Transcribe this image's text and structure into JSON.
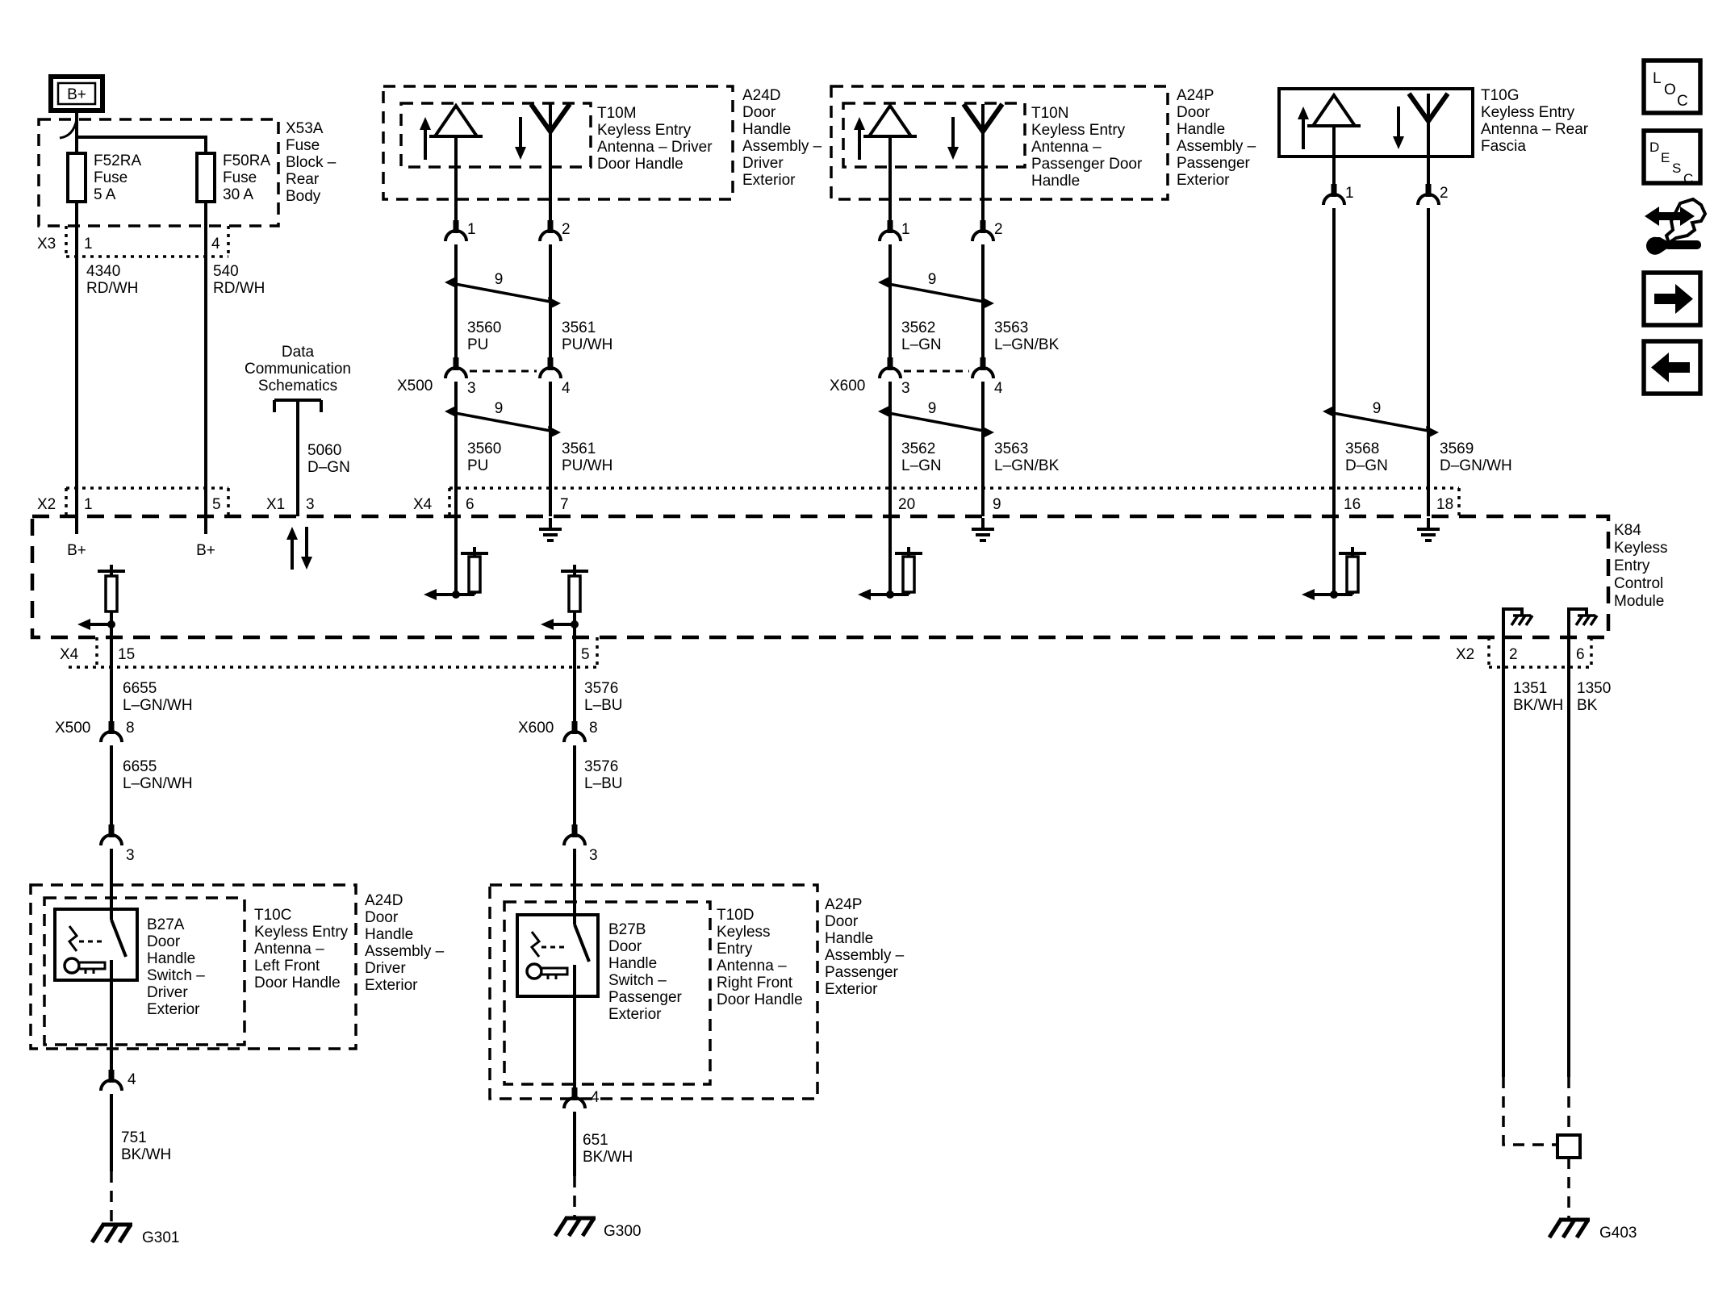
{
  "nav_icons": {
    "loc": [
      "L",
      "O",
      "C"
    ],
    "desc": [
      "D",
      "E",
      "S",
      "C"
    ]
  },
  "power": {
    "battery_label": "B+",
    "fuse_block": {
      "name_lines": [
        "X53A",
        "Fuse",
        "Block –",
        "Rear",
        "Body"
      ],
      "connector": "X3",
      "pin_a": "1",
      "pin_b": "4",
      "fuse_a_lines": [
        "F52RA",
        "Fuse",
        "5 A"
      ],
      "fuse_b_lines": [
        "F50RA",
        "Fuse",
        "30 A"
      ]
    },
    "wire_a": {
      "circuit": "4340",
      "color": "RD/WH"
    },
    "wire_b": {
      "circuit": "540",
      "color": "RD/WH"
    }
  },
  "data_comm": {
    "title_lines": [
      "Data",
      "Communication",
      "Schematics"
    ],
    "wire": {
      "circuit": "5060",
      "color": "D–GN"
    }
  },
  "module": {
    "name_lines": [
      "K84",
      "Keyless",
      "Entry",
      "Control",
      "Module"
    ],
    "x2_top": {
      "label": "X2",
      "pin1": "1",
      "pin2": "5",
      "stub1": "B+",
      "stub2": "B+"
    },
    "x1": {
      "label": "X1",
      "pin": "3"
    },
    "x4_top": {
      "label": "X4",
      "pin_6": "6",
      "pin_7": "7",
      "pin_20": "20",
      "pin_9": "9",
      "pin_16": "16",
      "pin_18": "18"
    },
    "x4_bottom": {
      "label": "X4",
      "pin_15": "15",
      "pin_5": "5"
    },
    "x2_bottom": {
      "label": "X2",
      "pin_2": "2",
      "pin_6": "6"
    }
  },
  "antenna_driver": {
    "device_lines": [
      "T10M",
      "Keyless Entry",
      "Antenna – Driver",
      "Door Handle"
    ],
    "assembly_lines": [
      "A24D",
      "Door",
      "Handle",
      "Assembly –",
      "Driver",
      "Exterior"
    ],
    "pin1": "1",
    "pin2": "2",
    "twist_label": "9",
    "twist_label2": "9",
    "connector": {
      "label": "X500",
      "pin_a": "3",
      "pin_b": "4"
    },
    "wire_a": {
      "circuit": "3560",
      "color": "PU"
    },
    "wire_b": {
      "circuit": "3561",
      "color": "PU/WH"
    }
  },
  "antenna_passenger": {
    "device_lines": [
      "T10N",
      "Keyless Entry",
      "Antenna –",
      "Passenger Door",
      "Handle"
    ],
    "assembly_lines": [
      "A24P",
      "Door",
      "Handle",
      "Assembly –",
      "Passenger",
      "Exterior"
    ],
    "pin1": "1",
    "pin2": "2",
    "twist_label": "9",
    "twist_label2": "9",
    "connector": {
      "label": "X600",
      "pin_a": "3",
      "pin_b": "4"
    },
    "wire_a": {
      "circuit": "3562",
      "color": "L–GN"
    },
    "wire_b": {
      "circuit": "3563",
      "color": "L–GN/BK"
    }
  },
  "antenna_rear": {
    "device_lines": [
      "T10G",
      "Keyless Entry",
      "Antenna – Rear",
      "Fascia"
    ],
    "pin1": "1",
    "pin2": "2",
    "twist_label": "9",
    "wire_a": {
      "circuit": "3568",
      "color": "D–GN"
    },
    "wire_b": {
      "circuit": "3569",
      "color": "D–GN/WH"
    }
  },
  "switch_driver": {
    "switch_lines": [
      "B27A",
      "Door",
      "Handle",
      "Switch –",
      "Driver",
      "Exterior"
    ],
    "antenna_lines": [
      "T10C",
      "Keyless Entry",
      "Antenna –",
      "Left Front",
      "Door Handle"
    ],
    "assembly_lines": [
      "A24D",
      "Door",
      "Handle",
      "Assembly –",
      "Driver",
      "Exterior"
    ],
    "connector": {
      "label": "X500",
      "pin": "8"
    },
    "pin3": "3",
    "pin4": "4",
    "wire_upper": {
      "circuit": "6655",
      "color": "L–GN/WH"
    },
    "wire_lower": {
      "circuit": "751",
      "color": "BK/WH"
    },
    "ground": "G301"
  },
  "switch_passenger": {
    "switch_lines": [
      "B27B",
      "Door",
      "Handle",
      "Switch –",
      "Passenger",
      "Exterior"
    ],
    "antenna_lines": [
      "T10D",
      "Keyless",
      "Entry",
      "Antenna –",
      "Right Front",
      "Door Handle"
    ],
    "assembly_lines": [
      "A24P",
      "Door",
      "Handle",
      "Assembly –",
      "Passenger",
      "Exterior"
    ],
    "connector": {
      "label": "X600",
      "pin": "8"
    },
    "pin3": "3",
    "pin4": "4",
    "wire_upper": {
      "circuit": "3576",
      "color": "L–BU"
    },
    "wire_lower": {
      "circuit": "651",
      "color": "BK/WH"
    },
    "ground": "G300"
  },
  "ground_module": {
    "wire_a": {
      "circuit": "1351",
      "color": "BK/WH"
    },
    "wire_b": {
      "circuit": "1350",
      "color": "BK"
    },
    "ground": "G403"
  }
}
